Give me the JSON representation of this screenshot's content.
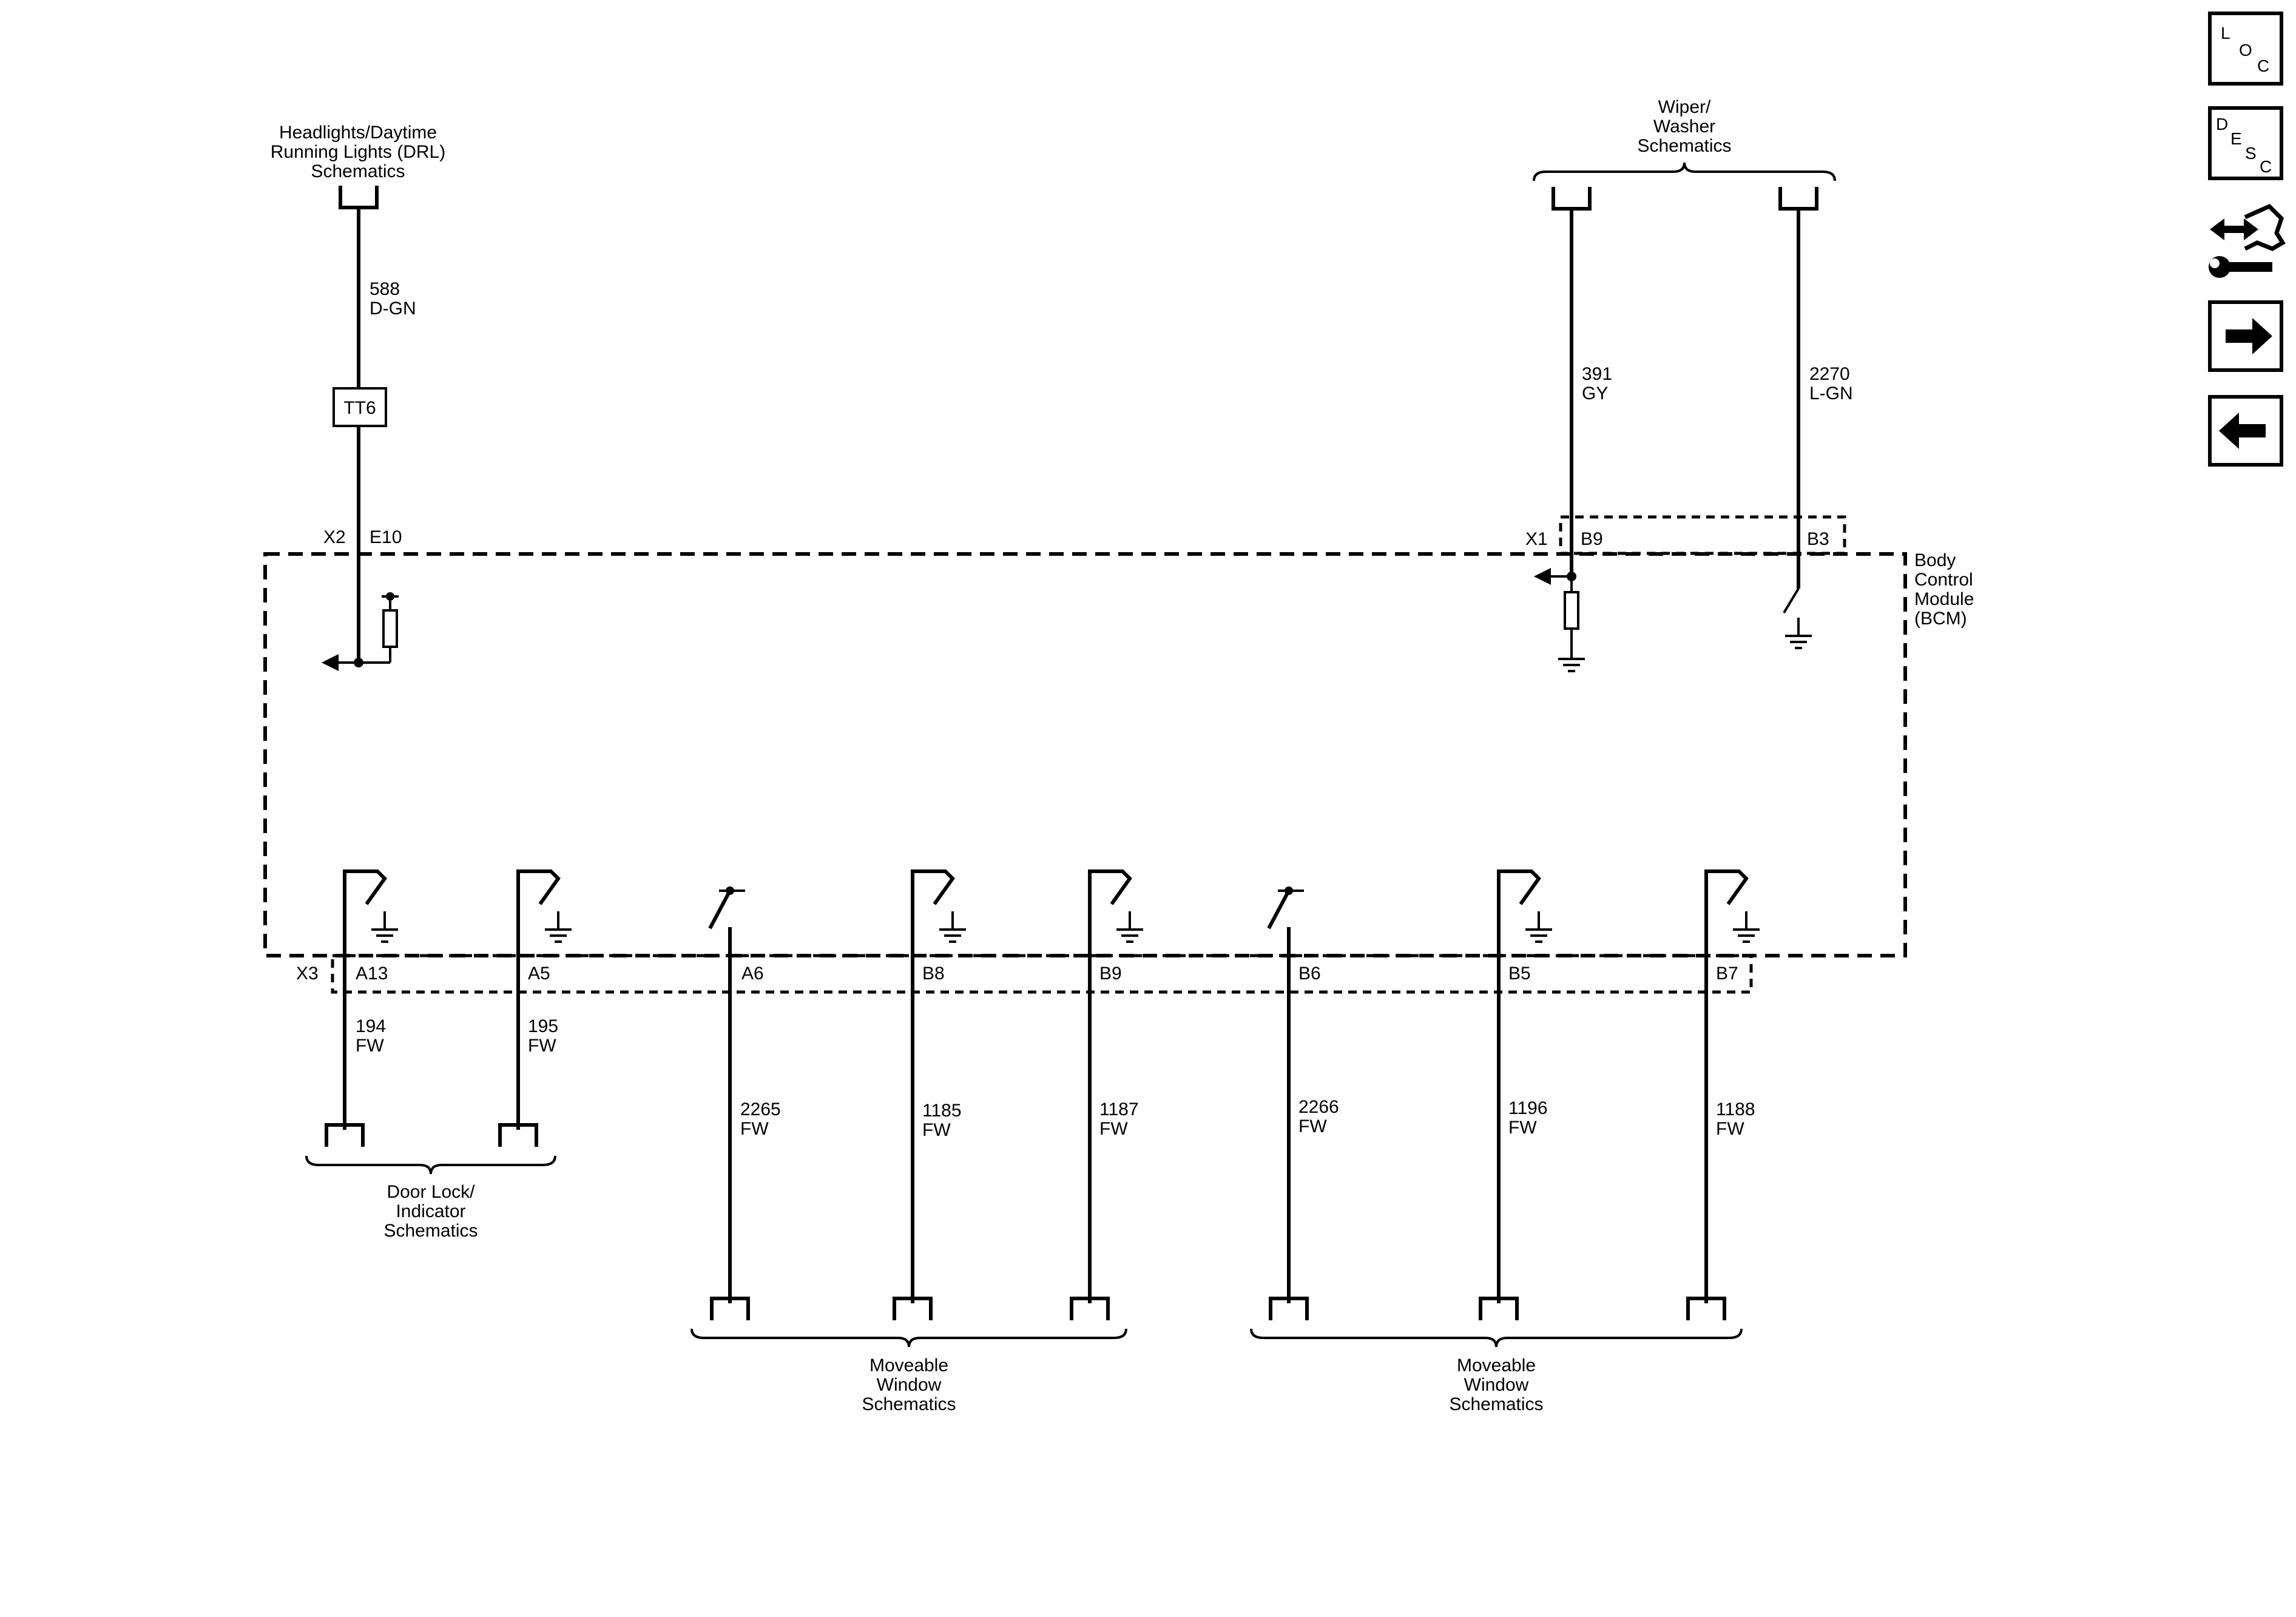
{
  "refs": {
    "drl": [
      "Headlights/Daytime",
      "Running Lights (DRL)",
      "Schematics"
    ],
    "wiper": [
      "Wiper/",
      "Washer",
      "Schematics"
    ],
    "door": [
      "Door Lock/",
      "Indicator",
      "Schematics"
    ],
    "window_left": [
      "Moveable",
      "Window",
      "Schematics"
    ],
    "window_right": [
      "Moveable",
      "Window",
      "Schematics"
    ]
  },
  "module": {
    "name_lines": [
      "Body",
      "Control",
      "Module",
      "(BCM)"
    ]
  },
  "inline_connector": "TT6",
  "connectors": {
    "x2": "X2",
    "x1": "X1",
    "x3": "X3"
  },
  "pins": {
    "e10": "E10",
    "b9_top": "B9",
    "b3": "B3",
    "a13": "A13",
    "a5": "A5",
    "a6": "A6",
    "b8": "B8",
    "b9_bottom": "B9",
    "b6": "B6",
    "b5": "B5",
    "b7": "B7"
  },
  "wires": {
    "w588": [
      "588",
      "D-GN"
    ],
    "w391": [
      "391",
      "GY"
    ],
    "w2270": [
      "2270",
      "L-GN"
    ],
    "w194": [
      "194",
      "FW"
    ],
    "w195": [
      "195",
      "FW"
    ],
    "w2265": [
      "2265",
      "FW"
    ],
    "w1185": [
      "1185",
      "FW"
    ],
    "w1187": [
      "1187",
      "FW"
    ],
    "w2266": [
      "2266",
      "FW"
    ],
    "w1196": [
      "1196",
      "FW"
    ],
    "w1188": [
      "1188",
      "FW"
    ]
  },
  "nav": {
    "loc": [
      "L",
      "O",
      "C"
    ],
    "desc": [
      "D",
      "E",
      "S",
      "C"
    ],
    "icons": [
      "component-locator-icon",
      "description-icon",
      "diagnostic-tools-icon",
      "next-arrow-icon",
      "previous-arrow-icon"
    ]
  }
}
